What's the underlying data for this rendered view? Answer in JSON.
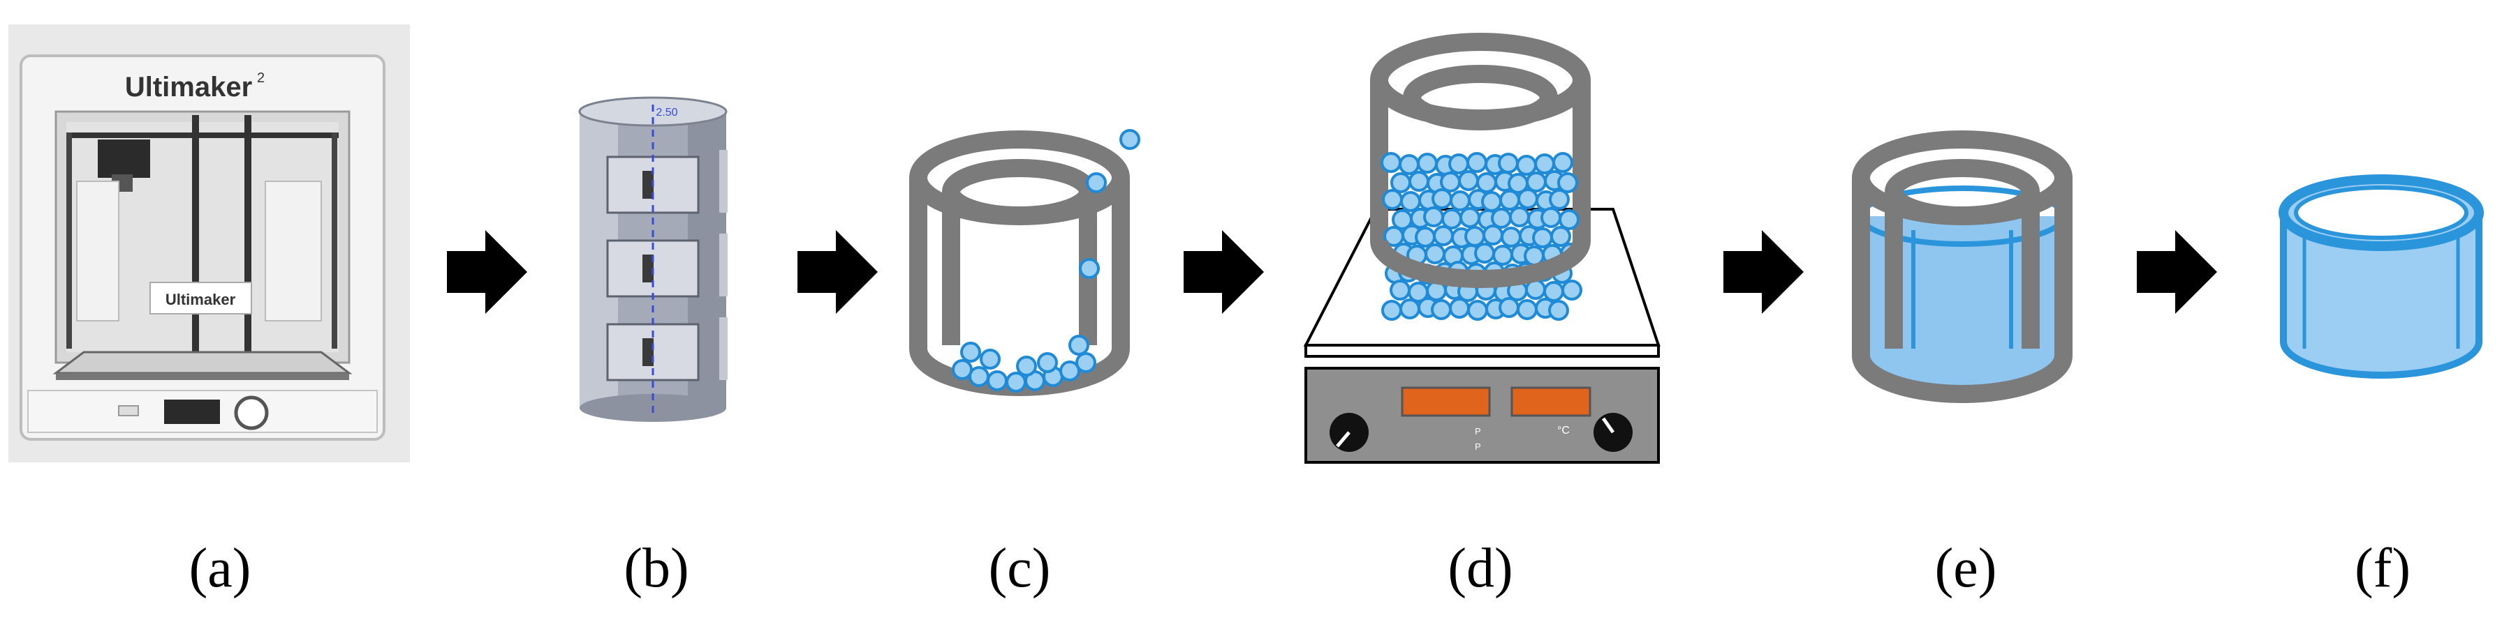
{
  "panels": [
    {
      "label": "(a)",
      "icon": "3d-printer-photo-icon"
    },
    {
      "label": "(b)",
      "icon": "cylinder-cad-model-icon"
    },
    {
      "label": "(c)",
      "icon": "double-wall-mold-with-beads-icon"
    },
    {
      "label": "(d)",
      "icon": "mold-full-of-beads-on-hotplate-icon"
    },
    {
      "label": "(e)",
      "icon": "mold-filled-with-liquid-icon"
    },
    {
      "label": "(f)",
      "icon": "cast-cylinder-shell-icon"
    }
  ],
  "printer": {
    "brand": "Ultimaker",
    "brand_sup": "2",
    "front_label": "Ultimaker"
  },
  "cad_model": {
    "top_dimension": "2.50"
  },
  "hotplate": {
    "temp_unit": "°C",
    "aux_labels": [
      "P",
      "P"
    ]
  },
  "colors": {
    "mold_gray": "#7b7b7b",
    "bead_fill": "#9cd0f2",
    "bead_edge": "#1f8ad6",
    "liquid": "#8ec6ef",
    "cast_edge": "#2b95dc",
    "hotplate_body": "#8f8f8f",
    "display_orange": "#e0641c",
    "arrow": "#000000"
  }
}
